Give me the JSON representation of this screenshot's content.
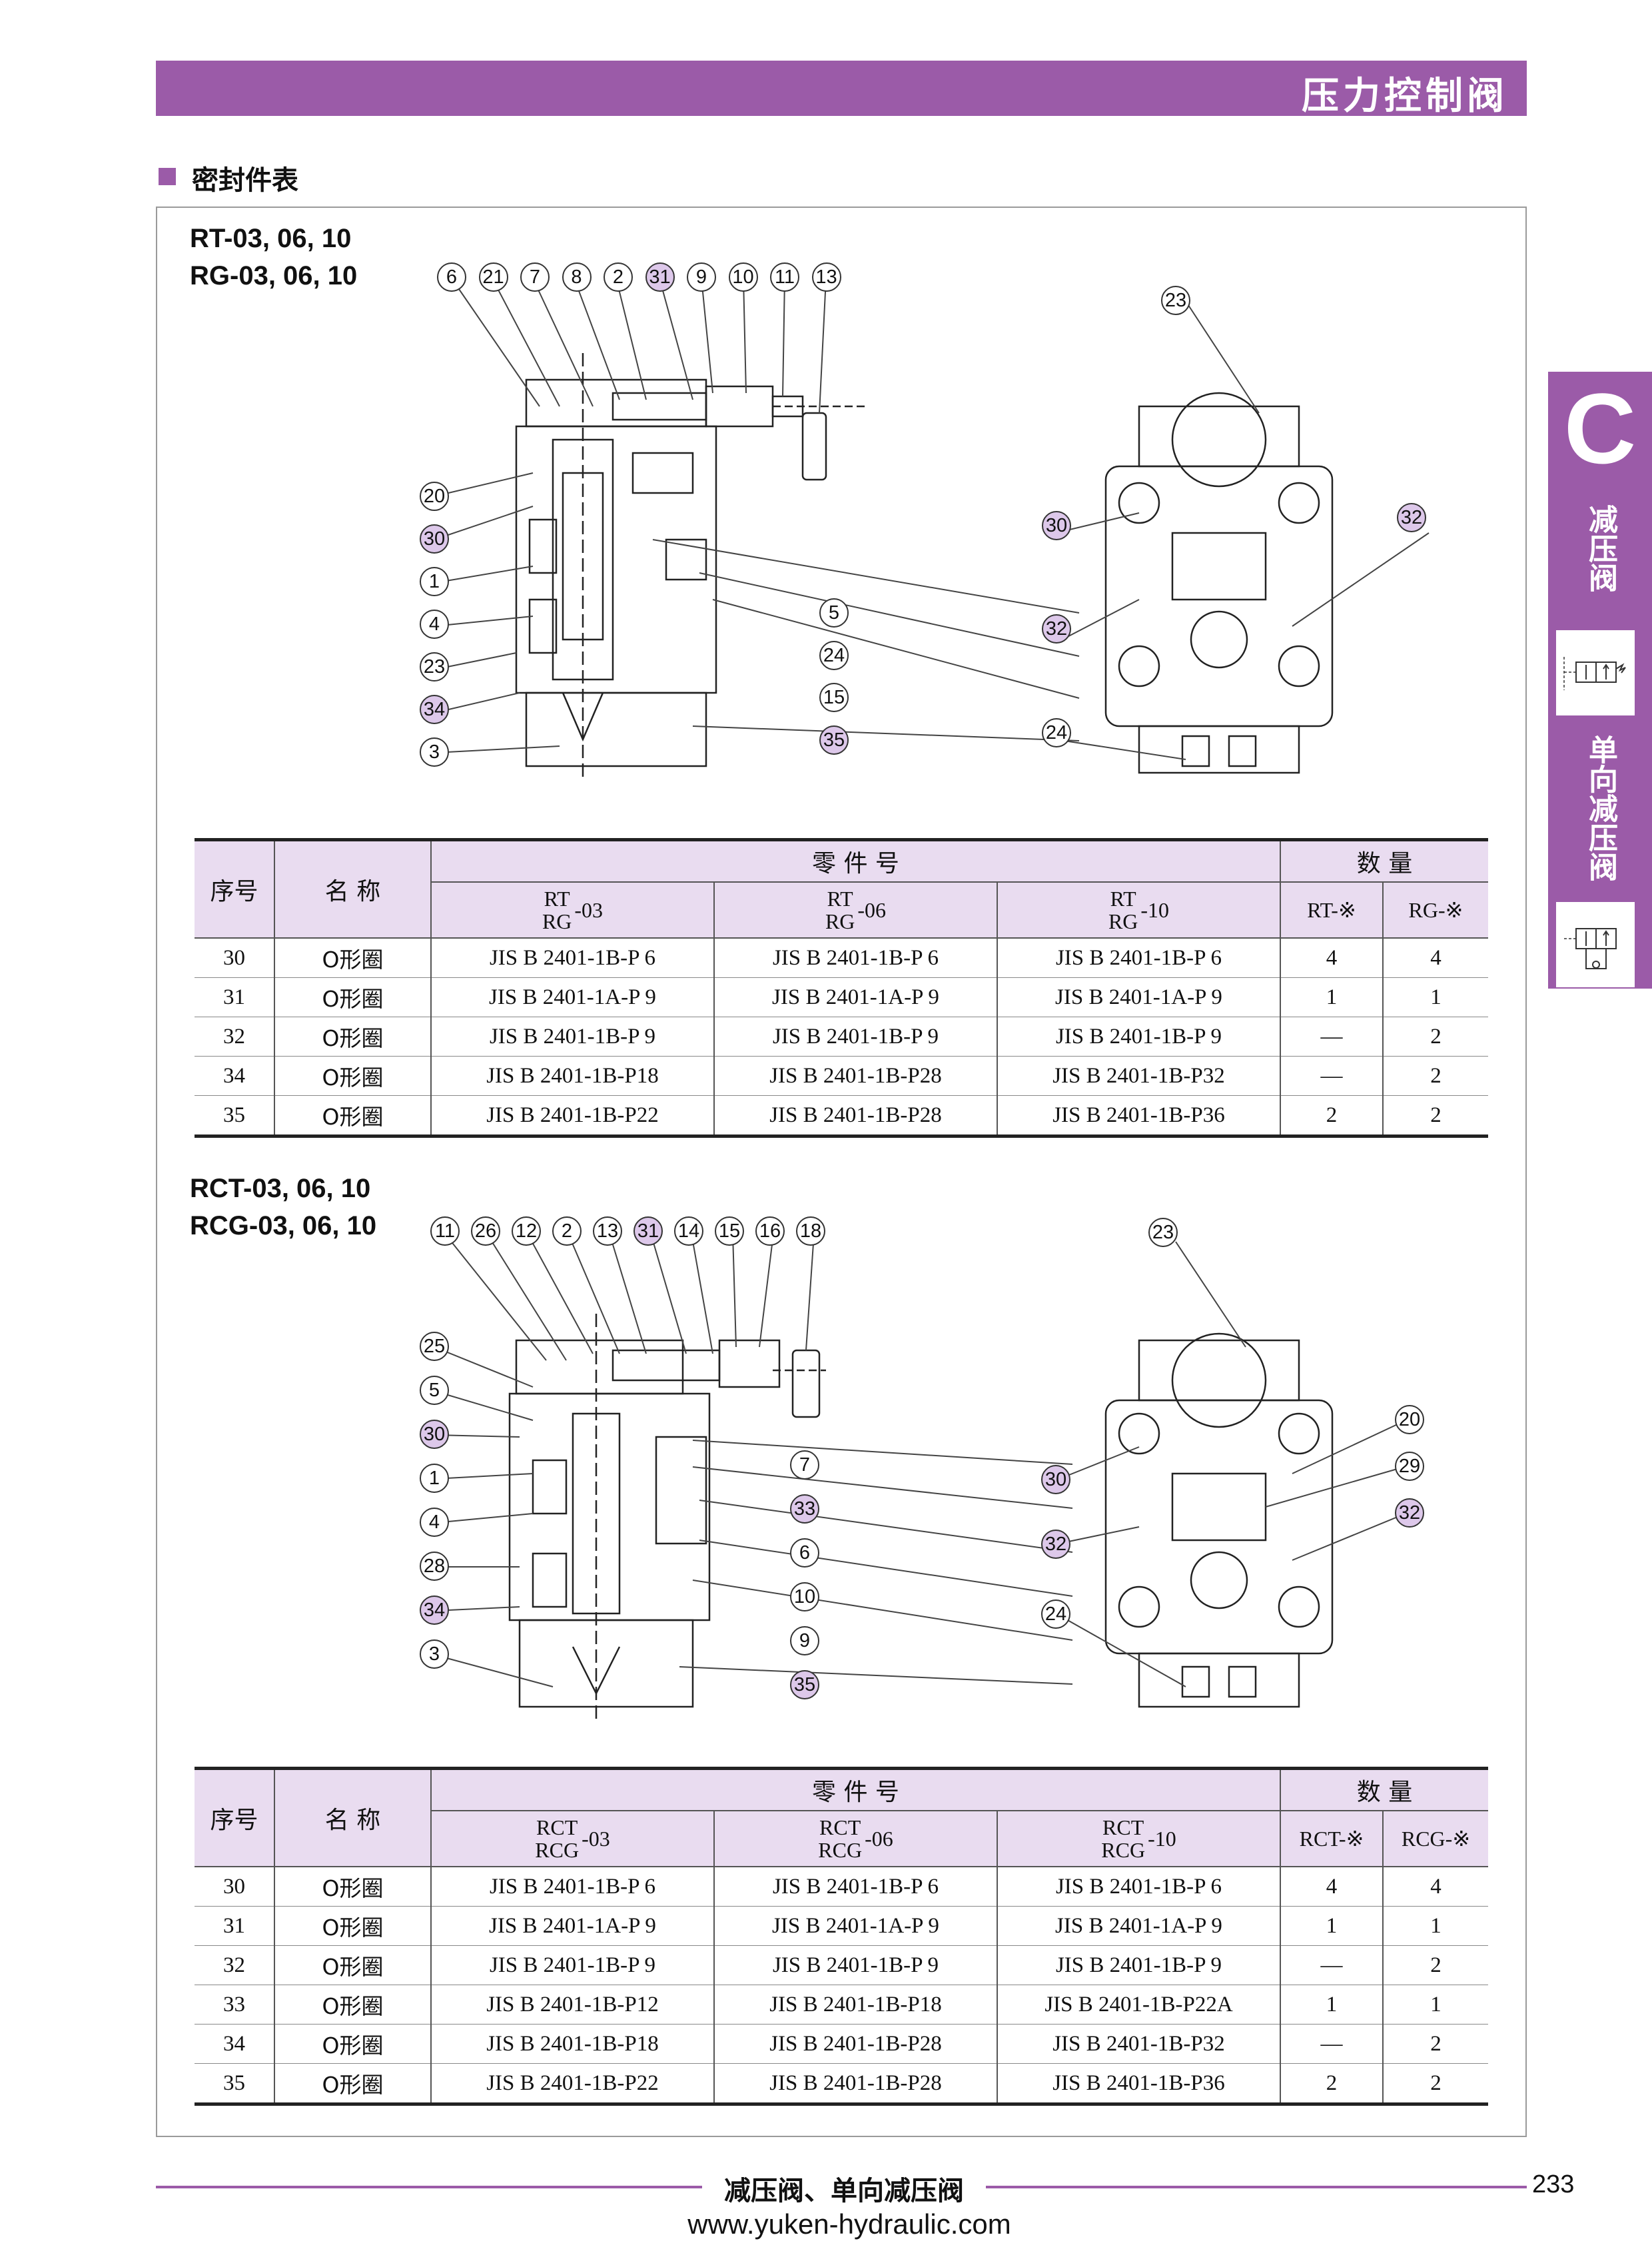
{
  "header": {
    "title": "压力控制阀"
  },
  "section": {
    "title": "密封件表"
  },
  "side_tab": {
    "letter": "C",
    "item1": "减压阀",
    "item2": "单向减压阀"
  },
  "top": {
    "model_line1": "RT-03, 06, 10",
    "model_line2": "RG-03, 06, 10",
    "balloons_top": [
      "6",
      "21",
      "7",
      "8",
      "2",
      "31",
      "9",
      "10",
      "11",
      "13"
    ],
    "balloons_left": [
      "20",
      "30",
      "1",
      "4",
      "23",
      "34",
      "3"
    ],
    "balloons_right": [
      "5",
      "24",
      "15",
      "35"
    ],
    "balloons_view2": [
      "23",
      "30",
      "32",
      "32",
      "24"
    ],
    "table": {
      "h_no": "序号",
      "h_name": "名 称",
      "h_part": "零 件 号",
      "h_qty": "数 量",
      "cols": [
        {
          "a": "RT",
          "b": "RG",
          "s": "-03"
        },
        {
          "a": "RT",
          "b": "RG",
          "s": "-06"
        },
        {
          "a": "RT",
          "b": "RG",
          "s": "-10"
        }
      ],
      "q1": "RT-※",
      "q2": "RG-※",
      "rows": [
        {
          "no": "30",
          "name": "O形圈",
          "p1": "JIS B 2401-1B-P 6",
          "p2": "JIS B 2401-1B-P 6",
          "p3": "JIS B 2401-1B-P 6",
          "q1": "4",
          "q2": "4"
        },
        {
          "no": "31",
          "name": "O形圈",
          "p1": "JIS B 2401-1A-P 9",
          "p2": "JIS B 2401-1A-P 9",
          "p3": "JIS B 2401-1A-P 9",
          "q1": "1",
          "q2": "1"
        },
        {
          "no": "32",
          "name": "O形圈",
          "p1": "JIS B 2401-1B-P 9",
          "p2": "JIS B 2401-1B-P 9",
          "p3": "JIS B 2401-1B-P 9",
          "q1": "—",
          "q2": "2"
        },
        {
          "no": "34",
          "name": "O形圈",
          "p1": "JIS B 2401-1B-P18",
          "p2": "JIS B 2401-1B-P28",
          "p3": "JIS B 2401-1B-P32",
          "q1": "—",
          "q2": "2"
        },
        {
          "no": "35",
          "name": "O形圈",
          "p1": "JIS B 2401-1B-P22",
          "p2": "JIS B 2401-1B-P28",
          "p3": "JIS B 2401-1B-P36",
          "q1": "2",
          "q2": "2"
        }
      ]
    }
  },
  "bottom": {
    "model_line1": "RCT-03, 06, 10",
    "model_line2": "RCG-03, 06, 10",
    "balloons_top": [
      "11",
      "26",
      "12",
      "2",
      "13",
      "31",
      "14",
      "15",
      "16",
      "18"
    ],
    "balloons_left": [
      "25",
      "5",
      "30",
      "1",
      "4",
      "28",
      "34",
      "3"
    ],
    "balloons_right": [
      "7",
      "33",
      "6",
      "10",
      "9",
      "35"
    ],
    "balloons_view2": [
      "23",
      "20",
      "29",
      "32",
      "30",
      "32",
      "24"
    ],
    "table": {
      "h_no": "序号",
      "h_name": "名 称",
      "h_part": "零 件 号",
      "h_qty": "数 量",
      "cols": [
        {
          "a": "RCT",
          "b": "RCG",
          "s": "-03"
        },
        {
          "a": "RCT",
          "b": "RCG",
          "s": "-06"
        },
        {
          "a": "RCT",
          "b": "RCG",
          "s": "-10"
        }
      ],
      "q1": "RCT-※",
      "q2": "RCG-※",
      "rows": [
        {
          "no": "30",
          "name": "O形圈",
          "p1": "JIS B 2401-1B-P 6",
          "p2": "JIS B 2401-1B-P 6",
          "p3": "JIS B 2401-1B-P 6",
          "q1": "4",
          "q2": "4"
        },
        {
          "no": "31",
          "name": "O形圈",
          "p1": "JIS B 2401-1A-P 9",
          "p2": "JIS B 2401-1A-P 9",
          "p3": "JIS B 2401-1A-P 9",
          "q1": "1",
          "q2": "1"
        },
        {
          "no": "32",
          "name": "O形圈",
          "p1": "JIS B 2401-1B-P 9",
          "p2": "JIS B 2401-1B-P 9",
          "p3": "JIS B 2401-1B-P 9",
          "q1": "—",
          "q2": "2"
        },
        {
          "no": "33",
          "name": "O形圈",
          "p1": "JIS B 2401-1B-P12",
          "p2": "JIS B 2401-1B-P18",
          "p3": "JIS B 2401-1B-P22A",
          "q1": "1",
          "q2": "1"
        },
        {
          "no": "34",
          "name": "O形圈",
          "p1": "JIS B 2401-1B-P18",
          "p2": "JIS B 2401-1B-P28",
          "p3": "JIS B 2401-1B-P32",
          "q1": "—",
          "q2": "2"
        },
        {
          "no": "35",
          "name": "O形圈",
          "p1": "JIS B 2401-1B-P22",
          "p2": "JIS B 2401-1B-P28",
          "p3": "JIS B 2401-1B-P36",
          "q1": "2",
          "q2": "2"
        }
      ]
    }
  },
  "footer": {
    "title": "减压阀、单向减压阀",
    "page": "233",
    "url": "www.yuken-hydraulic.com"
  },
  "colors": {
    "accent": "#9b5ba8",
    "table_header": "#e9dcf0",
    "highlight_balloon": "#ddc8ea"
  }
}
